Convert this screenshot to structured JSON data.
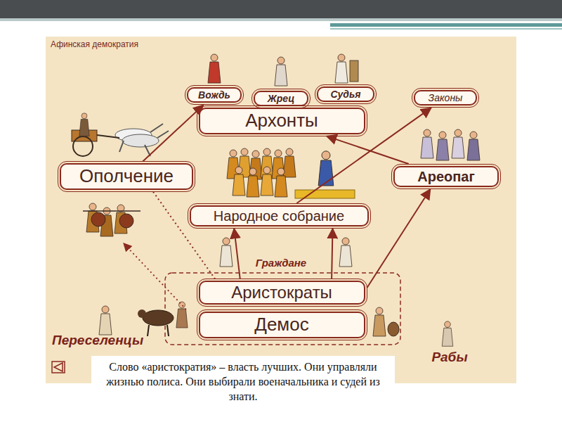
{
  "diagram": {
    "title": "Афинская демократия",
    "caption": "Слово «аристократия» – власть лучших. Они управляли жизнью полиса. Они выбирали военачальника и судей из знати.",
    "nodes": [
      {
        "text": [
          "Вождь"
        ]
      },
      {
        "text": [
          "Жрец"
        ]
      },
      {
        "text": [
          "Судья"
        ]
      },
      {
        "text": [
          "Законы"
        ]
      },
      {
        "text": [
          "Архонты"
        ]
      },
      {
        "text": [
          "Ополчение"
        ]
      },
      {
        "text": [
          "Ареопаг"
        ]
      },
      {
        "text": [
          "Народное собрание"
        ]
      },
      {
        "text": [
          "Аристократы"
        ]
      },
      {
        "text": [
          "Демос"
        ]
      }
    ],
    "edges": [
      {
        "from": 5,
        "to": 0,
        "arrow": "to"
      },
      {
        "from": 6,
        "to": 4,
        "arrow": "to"
      },
      {
        "from": 7,
        "to": 3,
        "arrow": "to"
      },
      {
        "from": 8,
        "to": 7,
        "arrow": "to"
      },
      {
        "from": 8,
        "to": 7,
        "arrow": "to"
      },
      {
        "from": 8,
        "to": 6,
        "arrow": "to"
      },
      {
        "from": 8,
        "to": 5,
        "arrow": "none"
      }
    ],
    "labels": [
      "Граждане",
      "Переселенцы",
      "Рабы"
    ]
  }
}
